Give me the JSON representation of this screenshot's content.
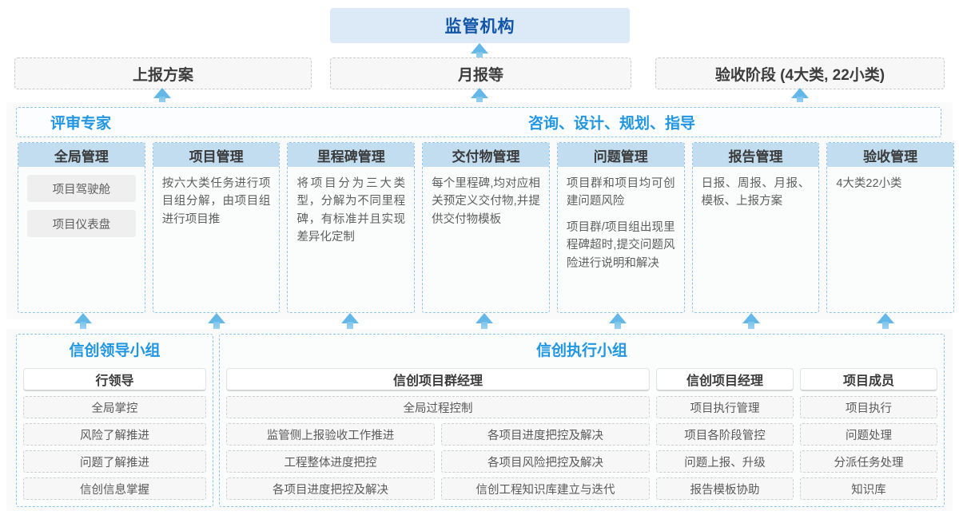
{
  "top": {
    "title": "监管机构"
  },
  "reports": [
    {
      "label": "上报方案"
    },
    {
      "label": "月报等"
    },
    {
      "label": "验收阶段 (4大类, 22小类)"
    }
  ],
  "middle": {
    "banner_left": "评审专家",
    "banner_right": "咨询、设计、规划、指导",
    "columns": [
      {
        "header": "全局管理",
        "desc": "",
        "chips": [
          "项目驾驶舱",
          "项目仪表盘"
        ]
      },
      {
        "header": "项目管理",
        "desc": "按六大类任务进行项目组分解，由项目组进行项目推",
        "chips": []
      },
      {
        "header": "里程碑管理",
        "desc": "将项目分为三大类型，分解为不同里程碑，有标准并且实现差异化定制",
        "chips": []
      },
      {
        "header": "交付物管理",
        "desc": "每个里程碑,均对应相关预定义交付物,并提供交付物模板",
        "chips": []
      },
      {
        "header": "问题管理",
        "desc": "项目群和项目均可创建问题风险",
        "desc2": "项目群/项目组出现里程碑超时,提交问题风险进行说明和解决",
        "chips": []
      },
      {
        "header": "报告管理",
        "desc": "日报、周报、月报、模板、上报方案",
        "chips": []
      },
      {
        "header": "验收管理",
        "desc": "4大类22小类",
        "chips": []
      }
    ]
  },
  "bottom": {
    "leader_group": {
      "title": "信创领导小组",
      "role": "行领导",
      "items": [
        "全局掌控",
        "风险了解推进",
        "问题了解推进",
        "信创信息掌握"
      ]
    },
    "exec_group": {
      "title": "信创执行小组",
      "program_manager": {
        "role": "信创项目群经理",
        "full_item": "全局过程控制",
        "left_items": [
          "监管侧上报验收工作推进",
          "工程整体进度把控",
          "各项目进度把控及解决"
        ],
        "right_items": [
          "各项目进度把控及解决",
          "各项目风险把控及解决",
          "信创工程知识库建立与迭代"
        ]
      },
      "project_manager": {
        "role": "信创项目经理",
        "items": [
          "项目执行管理",
          "项目各阶段管控",
          "问题上报、升级",
          "报告模板协助"
        ]
      },
      "member": {
        "role": "项目成员",
        "items": [
          "项目执行",
          "问题处理",
          "分派任务处理",
          "知识库"
        ]
      }
    }
  },
  "colors": {
    "accent_blue": "#2196e3",
    "title_blue": "#1155a8",
    "header_fill": "#c2dcf0",
    "top_fill": "#dce9f6",
    "arrow": "#63b8e8"
  }
}
